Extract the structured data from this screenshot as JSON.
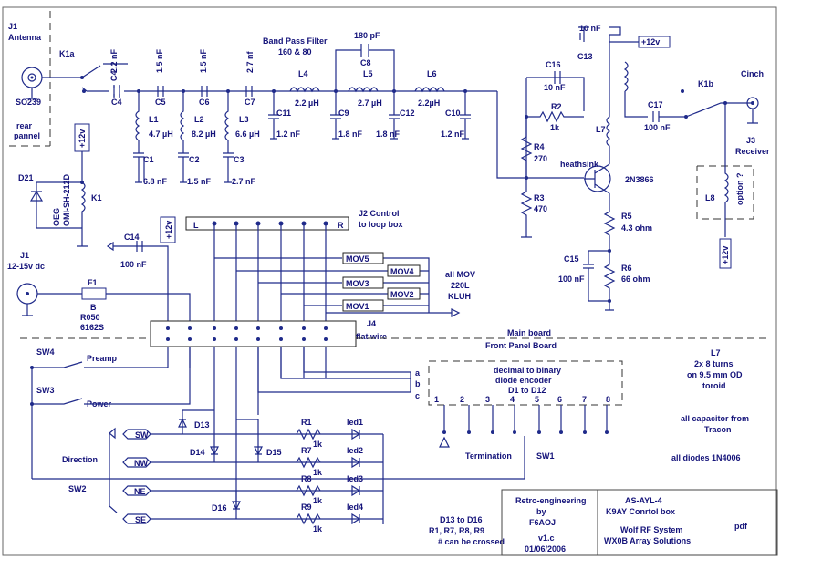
{
  "connectors": {
    "j1_antenna": [
      "J1",
      "Antenna"
    ],
    "so239": "SO239",
    "rear": [
      "rear",
      "pannel"
    ],
    "k1a": "K1a",
    "k1b": "K1b",
    "cinch": "Cinch",
    "j3": [
      "J3",
      "Receiver"
    ],
    "j1_dc": [
      "J1",
      "12-15v dc"
    ],
    "j2": [
      "J2  Control",
      "to loop box"
    ],
    "j4": [
      "J4",
      "flat wire"
    ]
  },
  "filter": {
    "title": [
      "Band Pass Filter",
      "160 & 80"
    ],
    "parts": [
      {
        "ref": "C4",
        "val": "2.2 nF"
      },
      {
        "ref": "C5",
        "val": "1.5 nF"
      },
      {
        "ref": "C6",
        "val": "1.5 nF"
      },
      {
        "ref": "C7",
        "val": "2.7 nf"
      },
      {
        "ref": "L4",
        "val": "2.2 µH"
      },
      {
        "ref": "C8",
        "val": "180 pF"
      },
      {
        "ref": "L5",
        "val": "2.7 µH"
      },
      {
        "ref": "L6",
        "val": "2.2µH"
      },
      {
        "ref": "L1",
        "val": "4.7 µH"
      },
      {
        "ref": "L2",
        "val": "8.2 µH"
      },
      {
        "ref": "L3",
        "val": "6.6 µH"
      },
      {
        "ref": "C1",
        "val": "6.8 nF"
      },
      {
        "ref": "C2",
        "val": "1.5 nF"
      },
      {
        "ref": "C3",
        "val": "2.7 nF"
      },
      {
        "ref": "C11",
        "val": "1.2 nF"
      },
      {
        "ref": "C9",
        "val": "1.8 nF"
      },
      {
        "ref": "C12",
        "val": "1.8 nF"
      },
      {
        "ref": "C10",
        "val": "1.2 nF"
      }
    ]
  },
  "preamp": {
    "c13": [
      "C13",
      "10 nF"
    ],
    "plus12": "+12v",
    "c16": [
      "C16",
      "10 nF"
    ],
    "r2": [
      "R2",
      "1k"
    ],
    "l7": "L7",
    "c17": [
      "C17",
      "100 nF"
    ],
    "r4": [
      "R4",
      "270"
    ],
    "heatsink": "heathsink",
    "transistor": "2N3866",
    "r3": [
      "R3",
      "470"
    ],
    "r5": [
      "R5",
      "4.3 ohm"
    ],
    "c15": [
      "C15",
      "100 nF"
    ],
    "r6": [
      "R6",
      "66 ohm"
    ],
    "l8": "L8",
    "option": "option ?"
  },
  "relay": {
    "d21": "D21",
    "k1": "K1",
    "model": [
      "OEG",
      "OMI-SH-212D"
    ],
    "plus12": "+12v"
  },
  "power": {
    "c14": [
      "C14",
      "100 nF"
    ],
    "f1": [
      "F1",
      "B",
      "R050",
      "6162S"
    ],
    "plus12": "+12v"
  },
  "control": {
    "j2_pins": [
      "L",
      "R"
    ],
    "movs": [
      "MOV5",
      "MOV4",
      "MOV3",
      "MOV2",
      "MOV1"
    ],
    "mov_note": [
      "all MOV",
      "220L",
      "KLUH"
    ],
    "main_board": "Main board",
    "front_board": "Front Panel Board",
    "sw4": [
      "SW4",
      "Preamp"
    ],
    "sw3": [
      "SW3",
      "Power"
    ],
    "encoder": [
      "decimal to binary",
      "diode encoder",
      "D1 to D12"
    ],
    "abc": [
      "a",
      "b",
      "c"
    ],
    "positions": [
      "1",
      "2",
      "3",
      "4",
      "5",
      "6",
      "7",
      "8"
    ],
    "termination": "Termination",
    "sw1": "SW1",
    "direction": "Direction",
    "sw2": "SW2",
    "dirs": [
      "SW",
      "NW",
      "NE",
      "SE"
    ],
    "diodes": [
      "D13",
      "D14",
      "D15",
      "D16"
    ],
    "resistors": [
      "R1",
      "R7",
      "R8",
      "R9"
    ],
    "res_val": "1k",
    "leds": [
      "led1",
      "led2",
      "led3",
      "led4"
    ]
  },
  "notes": {
    "l7_note": [
      "L7",
      "2x 8 turns",
      "on 9.5 mm OD",
      "toroid"
    ],
    "caps": [
      "all capacitor from",
      "Tracon"
    ],
    "diodes": "all diodes 1N4006",
    "cross": [
      "D13 to D16",
      "R1, R7, R8, R9",
      "# can be crossed"
    ]
  },
  "title_block": {
    "author": [
      "Retro-engineering",
      "by",
      "F6AOJ"
    ],
    "version": [
      "v1.c",
      "01/06/2006"
    ],
    "title": [
      "AS-AYL-4",
      "K9AY Conrtol box"
    ],
    "maker": [
      "Wolf RF System",
      "WX0B Array Solutions"
    ],
    "pdf": "pdf"
  }
}
